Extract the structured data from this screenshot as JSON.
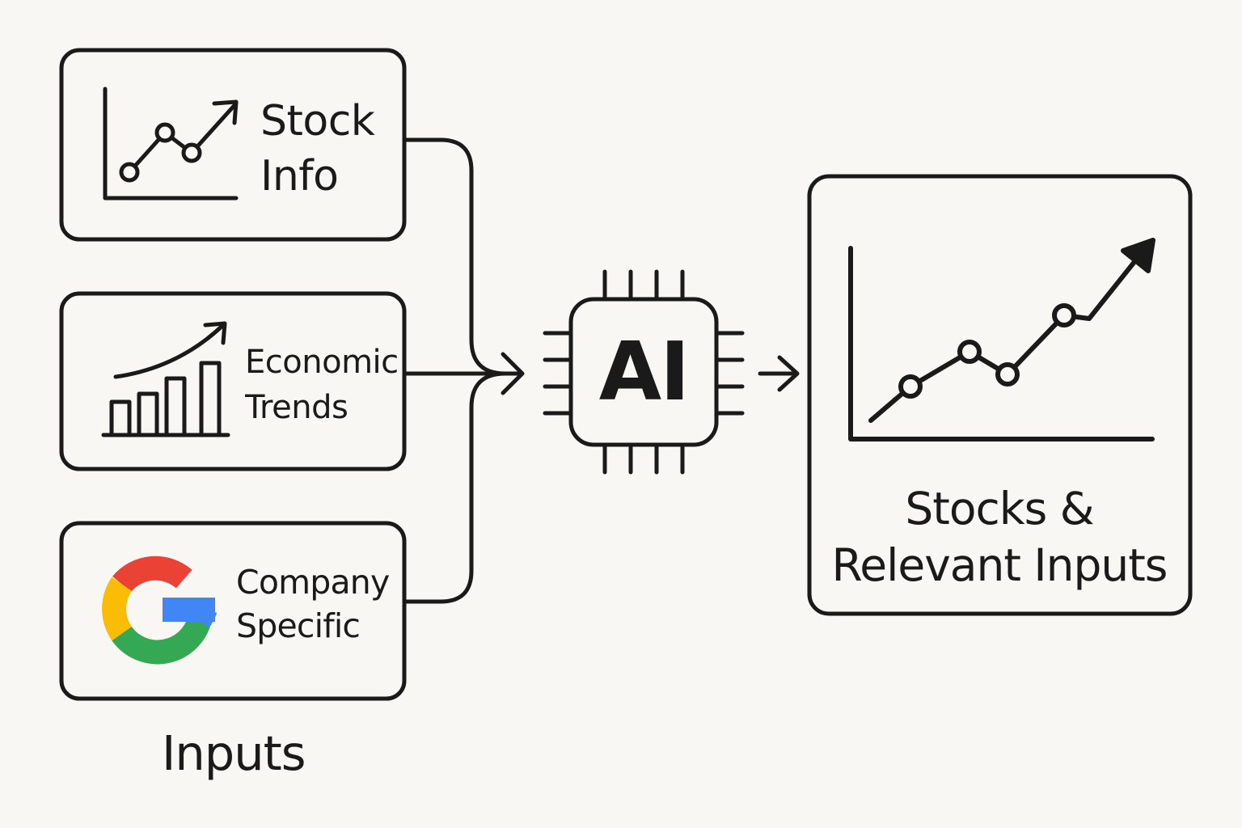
{
  "inputs": {
    "stock_info": {
      "line1": "Stock",
      "line2": "Info",
      "icon": "line-chart-up-icon"
    },
    "economic_trends": {
      "line1": "Economic",
      "line2": "Trends",
      "icon": "bar-chart-growth-icon"
    },
    "company_specific": {
      "line1": "Company",
      "line2": "Specific",
      "icon": "google-logo-icon"
    },
    "caption": "Inputs"
  },
  "processor": {
    "label": "AI",
    "icon": "ai-chip-icon"
  },
  "output": {
    "line1": "Stocks &",
    "line2": "Relevant Inputs",
    "icon": "rising-chart-icon"
  },
  "colors": {
    "background": "#f8f7f3",
    "stroke": "#1a1a1a",
    "google_red": "#ea4335",
    "google_yellow": "#fbbc05",
    "google_green": "#34a853",
    "google_blue": "#4285f4"
  }
}
